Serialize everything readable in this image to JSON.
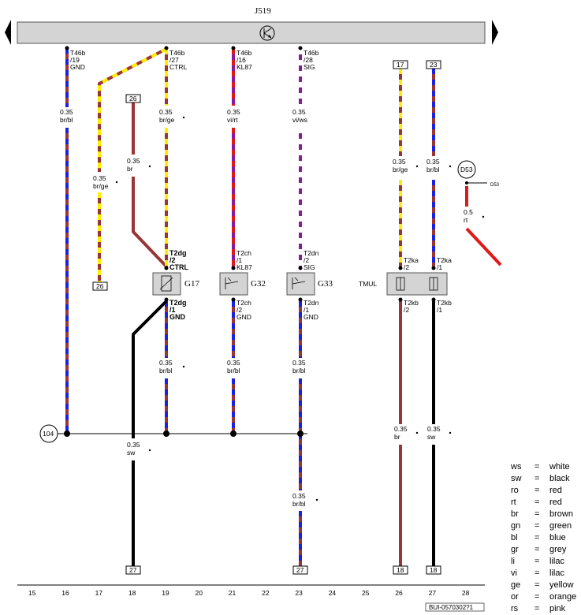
{
  "title": "J519",
  "ground_text": "104",
  "connector_d53": "D53",
  "connector_d53_label": "D53",
  "footer_code": "BUI-0570302?1",
  "colors": {
    "br": "#9a3535",
    "bl": "#1a22e0",
    "ge": "#ffee00",
    "vi": "#8a1a9a",
    "rt": "#e01818",
    "sw": "#000000",
    "ws": "#ffffff"
  },
  "pin_labels": {
    "t46b_19": [
      "T46b",
      "/19",
      "GND"
    ],
    "t46b_27": [
      "T46b",
      "/27",
      "CTRL"
    ],
    "t46b_16": [
      "T46b",
      "/16",
      "KL87"
    ],
    "t46b_28": [
      "T46b",
      "/28",
      "SIG"
    ],
    "t2dg_2": [
      "T2dg",
      "/2",
      "CTRL"
    ],
    "t2dg_1": [
      "T2dg",
      "/1",
      "GND"
    ],
    "t2ch_1": [
      "T2ch",
      "/1",
      "KL87"
    ],
    "t2ch_2": [
      "T2ch",
      "/2",
      "GND"
    ],
    "t2dn_2": [
      "T2dn",
      "/2",
      "SIG"
    ],
    "t2dn_1": [
      "T2dn",
      "/1",
      "GND"
    ],
    "t2ka_2": [
      "T2ka",
      "/2"
    ],
    "t2ka_1": [
      "T2ka",
      "/1"
    ],
    "t2kb_2": [
      "T2kb",
      "/2"
    ],
    "t2kb_1": [
      "T2kb",
      "/1"
    ]
  },
  "components": {
    "g17": "G17",
    "g32": "G32",
    "g33": "G33",
    "tmul": "TMUL"
  },
  "wire_labels": [
    {
      "id": "w16a",
      "size": "0.35",
      "color": "br/bl"
    },
    {
      "id": "w17a",
      "size": "0.35",
      "color": "br/ge"
    },
    {
      "id": "w18a",
      "size": "0.35",
      "color": "br"
    },
    {
      "id": "w19a",
      "size": "0.35",
      "color": "br/ge"
    },
    {
      "id": "w21a",
      "size": "0.35",
      "color": "vi/rt"
    },
    {
      "id": "w23a",
      "size": "0.35",
      "color": "vi/ws"
    },
    {
      "id": "w26a",
      "size": "0.35",
      "color": "br/ge"
    },
    {
      "id": "w27a",
      "size": "0.35",
      "color": "br/bl"
    },
    {
      "id": "wd53",
      "size": "0.5",
      "color": "rt"
    },
    {
      "id": "w19b",
      "size": "0.35",
      "color": "br/bl"
    },
    {
      "id": "w21b",
      "size": "0.35",
      "color": "br/bl"
    },
    {
      "id": "w23b",
      "size": "0.35",
      "color": "br/bl"
    },
    {
      "id": "w18b",
      "size": "0.35",
      "color": "sw"
    },
    {
      "id": "w23c",
      "size": "0.35",
      "color": "br/bl"
    },
    {
      "id": "w26b",
      "size": "0.35",
      "color": "br"
    },
    {
      "id": "w27b",
      "size": "0.35",
      "color": "sw"
    }
  ],
  "ref_boxes": {
    "r17": "17",
    "r23": "23",
    "r26_top": "26",
    "r26_bottom": "26",
    "r27_left": "27",
    "r27_mid": "27",
    "r18_a": "18",
    "r18_b": "18"
  },
  "ruler": [
    "15",
    "16",
    "17",
    "18",
    "19",
    "20",
    "21",
    "22",
    "23",
    "24",
    "25",
    "26",
    "27",
    "28"
  ],
  "legend": [
    {
      "code": "ws",
      "eq": "=",
      "name": "white"
    },
    {
      "code": "sw",
      "eq": "=",
      "name": "black"
    },
    {
      "code": "ro",
      "eq": "=",
      "name": "red"
    },
    {
      "code": "rt",
      "eq": "=",
      "name": "red"
    },
    {
      "code": "br",
      "eq": "=",
      "name": "brown"
    },
    {
      "code": "gn",
      "eq": "=",
      "name": "green"
    },
    {
      "code": "bl",
      "eq": "=",
      "name": "blue"
    },
    {
      "code": "gr",
      "eq": "=",
      "name": "grey"
    },
    {
      "code": "li",
      "eq": "=",
      "name": "lilac"
    },
    {
      "code": "vi",
      "eq": "=",
      "name": "lilac"
    },
    {
      "code": "ge",
      "eq": "=",
      "name": "yellow"
    },
    {
      "code": "or",
      "eq": "=",
      "name": "orange"
    },
    {
      "code": "rs",
      "eq": "=",
      "name": "pink"
    }
  ]
}
